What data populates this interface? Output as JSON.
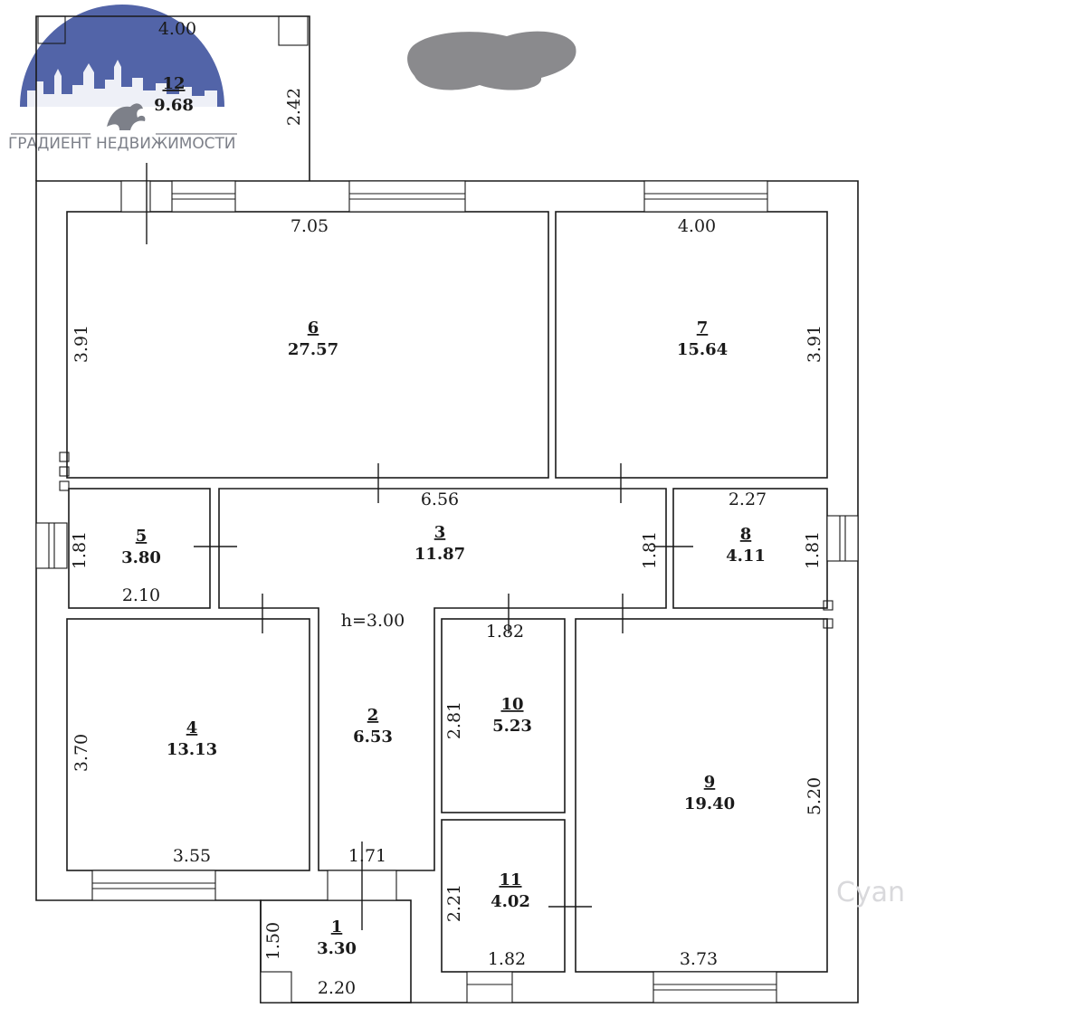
{
  "logo": {
    "text": "ГРАДИЕНТ НЕДВИЖИМОСТИ",
    "color_circle": "#3a4f9c",
    "color_text": "#7d8089"
  },
  "watermark": {
    "text": "Cyan"
  },
  "height_label": "h=3.00",
  "rooms": [
    {
      "num": "1",
      "area": "3.30"
    },
    {
      "num": "2",
      "area": "6.53"
    },
    {
      "num": "3",
      "area": "11.87"
    },
    {
      "num": "4",
      "area": "13.13"
    },
    {
      "num": "5",
      "area": "3.80"
    },
    {
      "num": "6",
      "area": "27.57"
    },
    {
      "num": "7",
      "area": "15.64"
    },
    {
      "num": "8",
      "area": "4.11"
    },
    {
      "num": "9",
      "area": "19.40"
    },
    {
      "num": "10",
      "area": "5.23"
    },
    {
      "num": "11",
      "area": "4.02"
    },
    {
      "num": "12",
      "area": "9.68"
    }
  ],
  "dimensions": {
    "r12_w": "4.00",
    "r12_h": "2.42",
    "r6_w": "7.05",
    "r6_h": "3.91",
    "r7_w": "4.00",
    "r7_h": "3.91",
    "r3_w": "6.56",
    "r3_h": "1.81",
    "r5_w": "2.10",
    "r5_h": "1.81",
    "r8_w": "2.27",
    "r8_h": "1.81",
    "r4_w": "3.55",
    "r4_h": "3.70",
    "r2_w": "1.71",
    "r10_w": "1.82",
    "r10_h": "2.81",
    "r11_w": "1.82",
    "r11_h": "2.21",
    "r9_w": "3.73",
    "r9_h": "5.20",
    "r1_w": "2.20",
    "r1_h": "1.50"
  }
}
